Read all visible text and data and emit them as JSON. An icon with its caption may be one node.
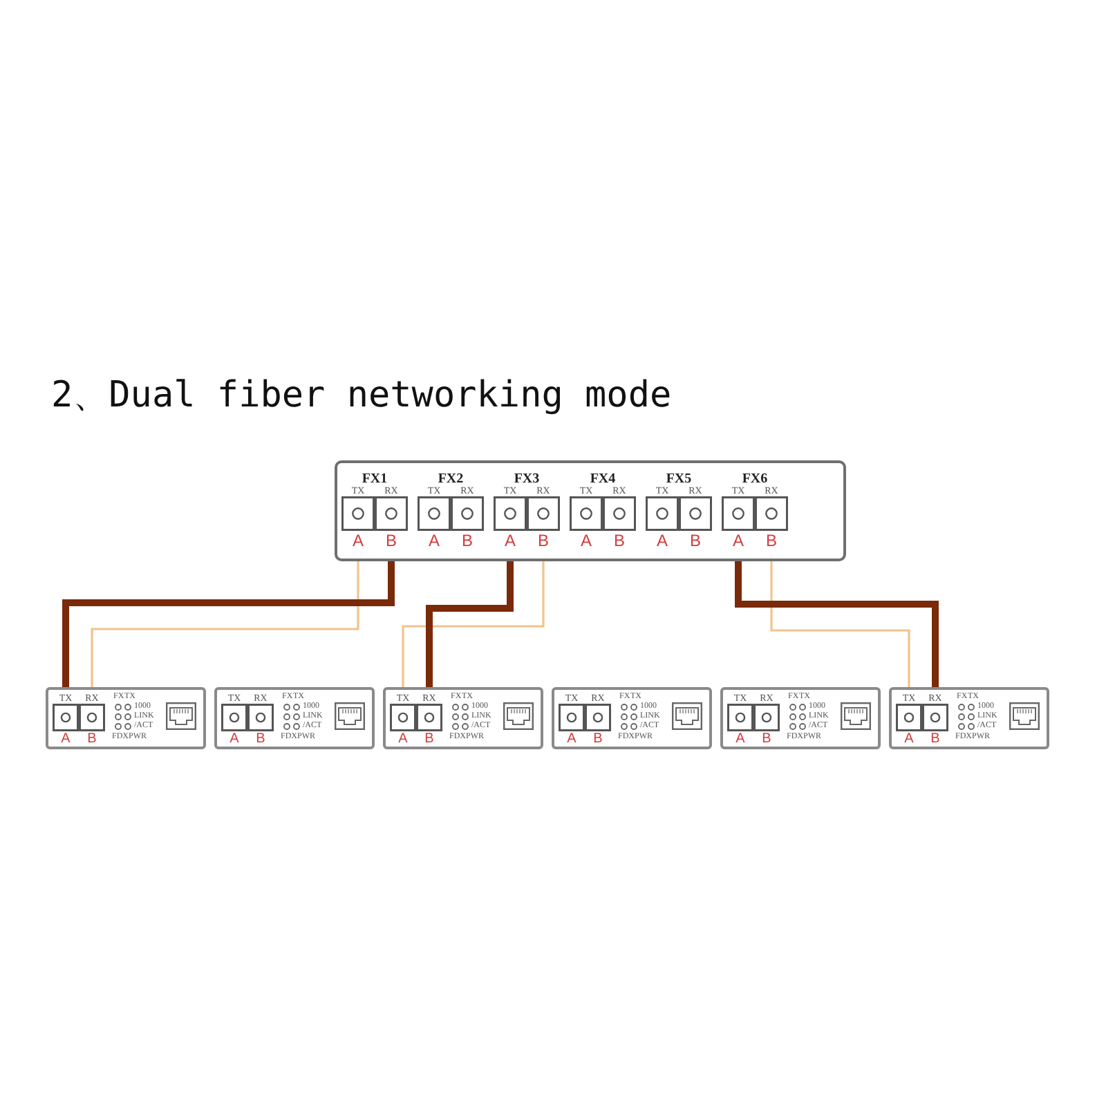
{
  "diagram": {
    "title": "2、Dual fiber networking mode",
    "nodes": [
      {
        "text": [],
        "shape": "box"
      },
      {
        "text": [
          "FX1"
        ],
        "in": 0
      },
      {
        "text": [
          "TX",
          "A"
        ],
        "in": 1
      },
      {
        "text": [
          "RX",
          "B"
        ],
        "in": 1
      },
      {
        "text": [
          "FX2"
        ],
        "in": 0
      },
      {
        "text": [
          "TX",
          "A"
        ],
        "in": 4
      },
      {
        "text": [
          "RX",
          "B"
        ],
        "in": 4
      },
      {
        "text": [
          "FX3"
        ],
        "in": 0
      },
      {
        "text": [
          "TX",
          "A"
        ],
        "in": 7
      },
      {
        "text": [
          "RX",
          "B"
        ],
        "in": 7
      },
      {
        "text": [
          "FX4"
        ],
        "in": 0
      },
      {
        "text": [
          "TX",
          "A"
        ],
        "in": 10
      },
      {
        "text": [
          "RX",
          "B"
        ],
        "in": 10
      },
      {
        "text": [
          "FX5"
        ],
        "in": 0
      },
      {
        "text": [
          "TX",
          "A"
        ],
        "in": 13
      },
      {
        "text": [
          "RX",
          "B"
        ],
        "in": 13
      },
      {
        "text": [
          "FX6"
        ],
        "in": 0
      },
      {
        "text": [
          "TX",
          "A"
        ],
        "in": 16
      },
      {
        "text": [
          "RX",
          "B"
        ],
        "in": 16
      },
      {
        "text": [
          "FX",
          "TX",
          "1000",
          "LINK /ACT",
          "FDX",
          "PWR"
        ]
      },
      {
        "text": [
          "TX",
          "A"
        ],
        "in": 19
      },
      {
        "text": [
          "RX",
          "B"
        ],
        "in": 19
      },
      {
        "text": [
          "FX",
          "TX",
          "1000",
          "LINK /ACT",
          "FDX",
          "PWR"
        ]
      },
      {
        "text": [
          "TX",
          "A"
        ],
        "in": 22
      },
      {
        "text": [
          "RX",
          "B"
        ],
        "in": 22
      },
      {
        "text": [
          "FX",
          "TX",
          "1000",
          "LINK /ACT",
          "FDX",
          "PWR"
        ]
      },
      {
        "text": [
          "TX",
          "A"
        ],
        "in": 25
      },
      {
        "text": [
          "RX",
          "B"
        ],
        "in": 25
      },
      {
        "text": [
          "FX",
          "TX",
          "1000",
          "LINK /ACT",
          "FDX",
          "PWR"
        ]
      },
      {
        "text": [
          "TX",
          "A"
        ],
        "in": 28
      },
      {
        "text": [
          "RX",
          "B"
        ],
        "in": 28
      },
      {
        "text": [
          "FX",
          "TX",
          "1000",
          "LINK /ACT",
          "FDX",
          "PWR"
        ]
      },
      {
        "text": [
          "TX",
          "A"
        ],
        "in": 31
      },
      {
        "text": [
          "RX",
          "B"
        ],
        "in": 31
      },
      {
        "text": [
          "FX",
          "TX",
          "1000",
          "LINK /ACT",
          "FDX",
          "PWR"
        ]
      },
      {
        "text": [
          "TX",
          "A"
        ],
        "in": 34
      },
      {
        "text": [
          "RX",
          "B"
        ],
        "in": 34
      }
    ],
    "edges": [
      {
        "from": 2,
        "to": 21,
        "arrow": "none",
        "color": "#f2c38c"
      },
      {
        "from": 3,
        "to": 20,
        "arrow": "none",
        "style": "thick",
        "color": "#7a2a08"
      },
      {
        "from": 8,
        "to": 27,
        "arrow": "none",
        "style": "thick",
        "color": "#7a2a08"
      },
      {
        "from": 9,
        "to": 26,
        "arrow": "none",
        "color": "#f2c38c"
      },
      {
        "from": 17,
        "to": 36,
        "arrow": "none",
        "style": "thick",
        "color": "#7a2a08"
      },
      {
        "from": 18,
        "to": 35,
        "arrow": "none",
        "color": "#f2c38c"
      }
    ]
  }
}
